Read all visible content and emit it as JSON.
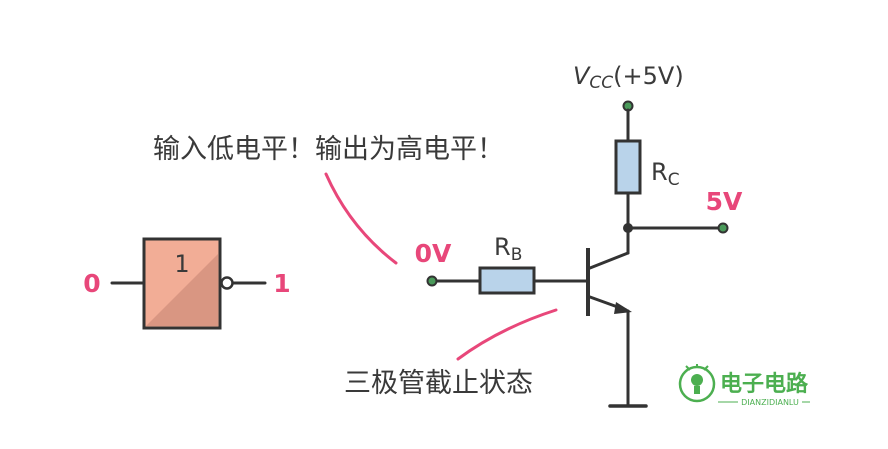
{
  "gate": {
    "symbol": "1",
    "input": "0",
    "output": "1"
  },
  "notes": {
    "top": "输入低电平！输出为高电平！",
    "bottom": "三极管截止状态"
  },
  "circuit": {
    "vcc_v": "V",
    "vcc_sub": "CC",
    "vcc_rest": "(+5V)",
    "rc_main": "R",
    "rc_sub": "C",
    "rb_main": "R",
    "rb_sub": "B",
    "input_voltage": "0V",
    "output_voltage": "5V"
  },
  "logo": {
    "name": "电子电路",
    "pinyin": "DIANZIDIANLU"
  },
  "colors": {
    "accent": "#e8477a",
    "gate_fill": "#f2ad96",
    "gate_shadow": "#d99682",
    "resistor_fill": "#b9d3ea",
    "terminal": "#4a9a5a",
    "logo_green": "#4caf50"
  }
}
